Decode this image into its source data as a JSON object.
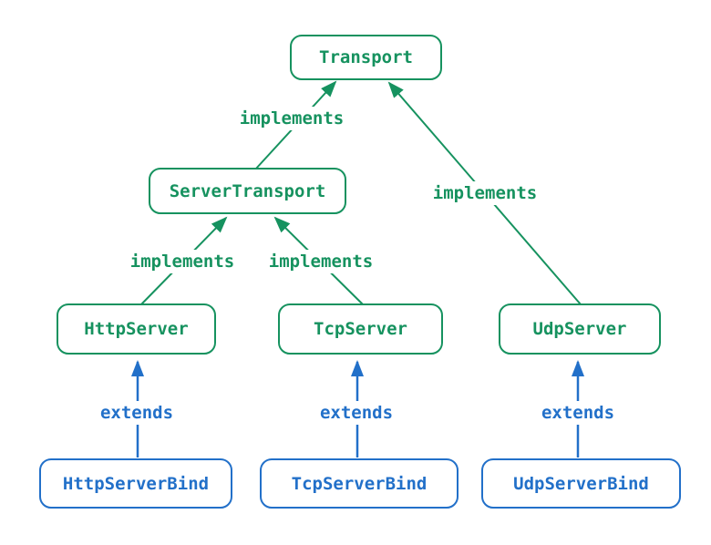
{
  "colors": {
    "green": "#16925f",
    "blue": "#2270c9",
    "background": "#ffffff"
  },
  "diagram": {
    "nodes": [
      {
        "id": "transport",
        "label": "Transport",
        "kind": "interface"
      },
      {
        "id": "server-transport",
        "label": "ServerTransport",
        "kind": "interface"
      },
      {
        "id": "http-server",
        "label": "HttpServer",
        "kind": "interface"
      },
      {
        "id": "tcp-server",
        "label": "TcpServer",
        "kind": "interface"
      },
      {
        "id": "udp-server",
        "label": "UdpServer",
        "kind": "interface"
      },
      {
        "id": "http-server-bind",
        "label": "HttpServerBind",
        "kind": "class"
      },
      {
        "id": "tcp-server-bind",
        "label": "TcpServerBind",
        "kind": "class"
      },
      {
        "id": "udp-server-bind",
        "label": "UdpServerBind",
        "kind": "class"
      }
    ],
    "edges": [
      {
        "from": "ServerTransport",
        "to": "Transport",
        "label": "implements"
      },
      {
        "from": "HttpServer",
        "to": "ServerTransport",
        "label": "implements"
      },
      {
        "from": "TcpServer",
        "to": "ServerTransport",
        "label": "implements"
      },
      {
        "from": "UdpServer",
        "to": "Transport",
        "label": "implements"
      },
      {
        "from": "HttpServerBind",
        "to": "HttpServer",
        "label": "extends"
      },
      {
        "from": "TcpServerBind",
        "to": "TcpServer",
        "label": "extends"
      },
      {
        "from": "UdpServerBind",
        "to": "UdpServer",
        "label": "extends"
      }
    ]
  }
}
